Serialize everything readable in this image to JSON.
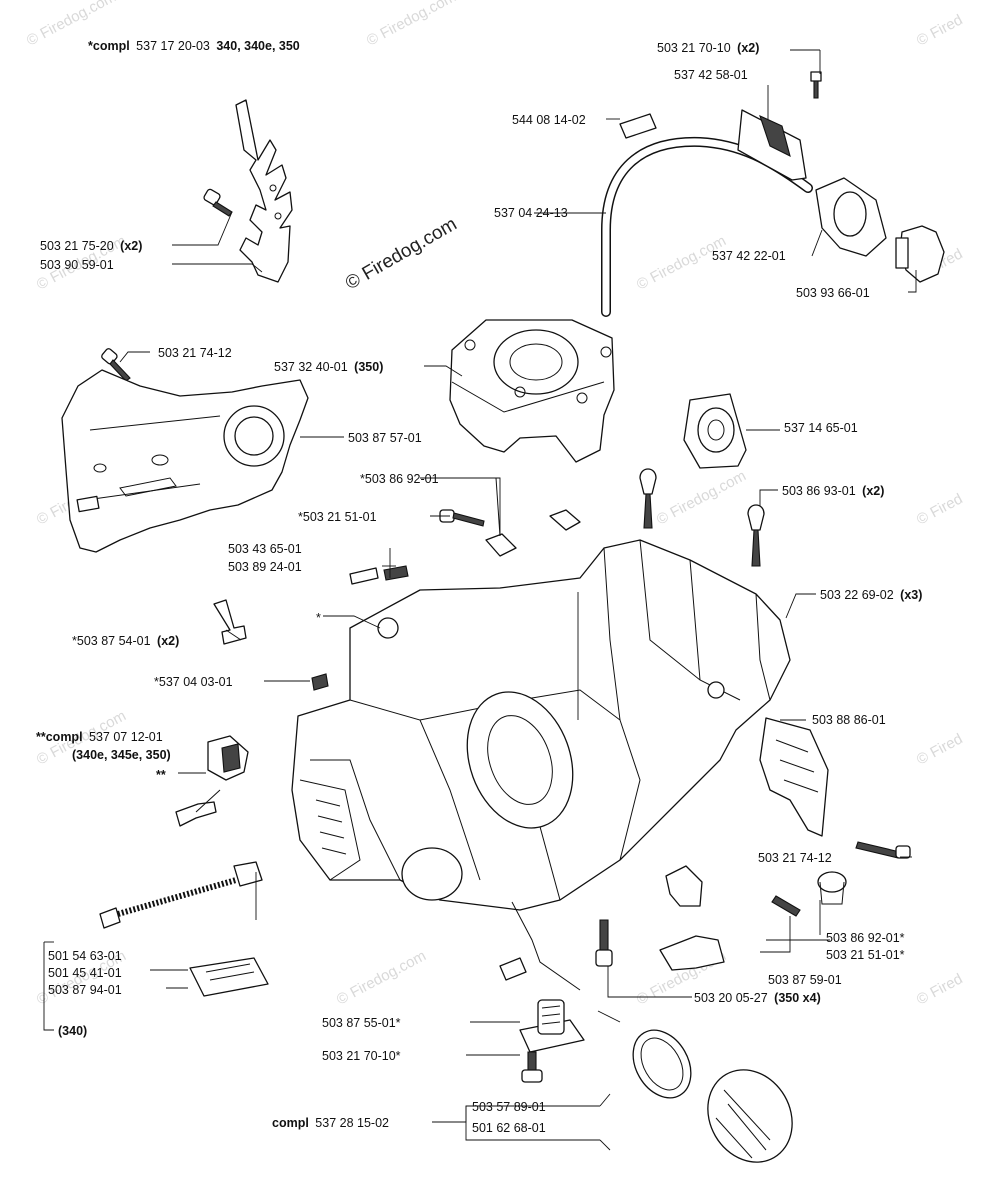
{
  "watermarks": {
    "main": "© Firedog.com",
    "light": "© Firedog.com",
    "edge": "© Fired"
  },
  "labels": {
    "compl_top": {
      "prefix": "*compl",
      "num": "537 17 20-03",
      "models": "340, 340e, 350"
    },
    "p1": {
      "num": "503 21 70-10",
      "suffix": "(x2)"
    },
    "p2": {
      "num": "537 42 58-01"
    },
    "p3": {
      "num": "544 08 14-02"
    },
    "p4": {
      "num": "537 04 24-13"
    },
    "p5": {
      "num": "537 42 22-01"
    },
    "p6": {
      "num": "503 93 66-01"
    },
    "p7": {
      "num": "503 21 75-20",
      "suffix": "(x2)"
    },
    "p8": {
      "num": "503 90 59-01"
    },
    "p9": {
      "num": "503 21 74-12"
    },
    "p10": {
      "num": "537 32 40-01",
      "suffix": "(350)"
    },
    "p11": {
      "num": "503 87 57-01"
    },
    "p12": {
      "num": "537 14 65-01"
    },
    "p13": {
      "num": "*503 86 92-01"
    },
    "p14": {
      "num": "*503 21 51-01"
    },
    "p15": {
      "num": "503 86 93-01",
      "suffix": "(x2)"
    },
    "p16": {
      "num": "503 43 65-01"
    },
    "p17": {
      "num": "503 89 24-01"
    },
    "p18": {
      "num": "503 22 69-02",
      "suffix": "(x3)"
    },
    "p19": {
      "num": "*"
    },
    "p20": {
      "num": "*503 87 54-01",
      "suffix": "(x2)"
    },
    "p21": {
      "num": "*537 04 03-01"
    },
    "compl2": {
      "prefix": "**compl",
      "num": "537 07 12-01",
      "models": "(340e, 345e, 350)"
    },
    "p22": {
      "num": "**"
    },
    "p23": {
      "num": "503 88 86-01"
    },
    "p24": {
      "num": "503 21 74-12"
    },
    "p25": {
      "num": "503 86 92-01*"
    },
    "p26": {
      "num": "503 21 51-01*"
    },
    "p27": {
      "num": "503 87 59-01"
    },
    "p28": {
      "num": "501 54 63-01"
    },
    "p29": {
      "num": "501 45 41-01"
    },
    "p30": {
      "num": "503 87 94-01"
    },
    "p31": {
      "num": "(340)"
    },
    "p32": {
      "num": "503 20 05-27",
      "suffix": "(350 x4)"
    },
    "p33": {
      "num": "503 87 55-01*"
    },
    "p34": {
      "num": "503 21 70-10*"
    },
    "compl3": {
      "prefix": "compl",
      "num": "537 28 15-02"
    },
    "p35": {
      "num": "503 57 89-01"
    },
    "p36": {
      "num": "501 62 68-01"
    }
  }
}
